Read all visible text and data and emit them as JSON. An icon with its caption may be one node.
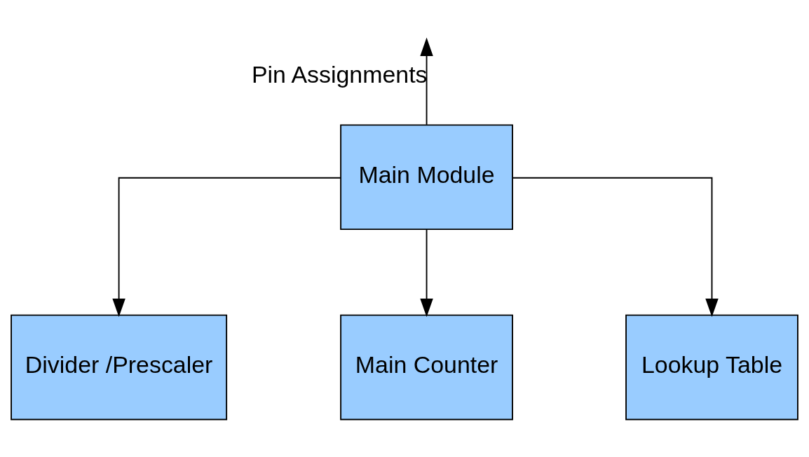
{
  "diagram": {
    "nodes": [
      {
        "text": [
          "Main Module"
        ]
      },
      {
        "text": [
          "Divider /Prescaler"
        ]
      },
      {
        "text": [
          "Main Counter"
        ]
      },
      {
        "text": [
          "Lookup Table"
        ]
      }
    ],
    "edges": [
      {
        "from": 0,
        "to": null,
        "arrow": "to",
        "label": "Pin Assignments"
      },
      {
        "from": 0,
        "to": 1,
        "arrow": "to"
      },
      {
        "from": 0,
        "to": 2,
        "arrow": "to"
      },
      {
        "from": 0,
        "to": 3,
        "arrow": "to"
      }
    ]
  }
}
